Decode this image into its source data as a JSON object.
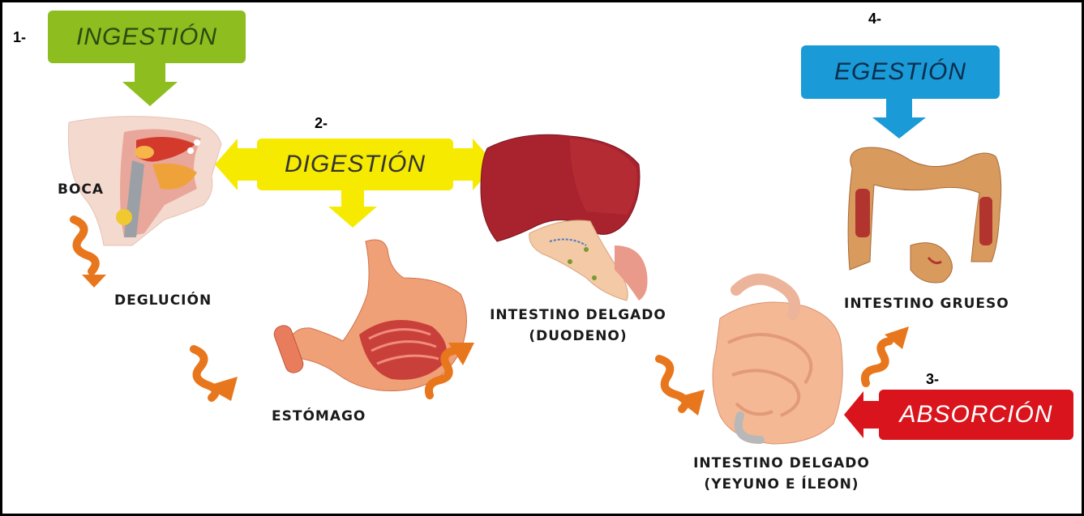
{
  "stages": {
    "ingestion": {
      "number": "1-",
      "label": "INGESTIÓN",
      "color": "#8dbd1f",
      "text_color": "#2a4a12"
    },
    "digestion": {
      "number": "2-",
      "label": "DIGESTIÓN",
      "color": "#f5ea00",
      "text_color": "#333333"
    },
    "absorcion": {
      "number": "3-",
      "label": "ABSORCIÓN",
      "color": "#d9141c",
      "text_color": "#ffffff"
    },
    "egestion": {
      "number": "4-",
      "label": "EGESTIÓN",
      "color": "#1a9ad6",
      "text_color": "#0b2e4e"
    }
  },
  "organs": {
    "boca": {
      "label": "BOCA"
    },
    "deglucion": {
      "label": "DEGLUCIÓN"
    },
    "estomago": {
      "label": "ESTÓMAGO"
    },
    "duodeno": {
      "line1": "INTESTINO DELGADO",
      "line2": "(DUODENO)"
    },
    "yeyuno": {
      "line1": "INTESTINO DELGADO",
      "line2": "(YEYUNO E ÍLEON)"
    },
    "grueso": {
      "label": "INTESTINO GRUESO"
    }
  },
  "flow_arrow_color": "#e8761c"
}
